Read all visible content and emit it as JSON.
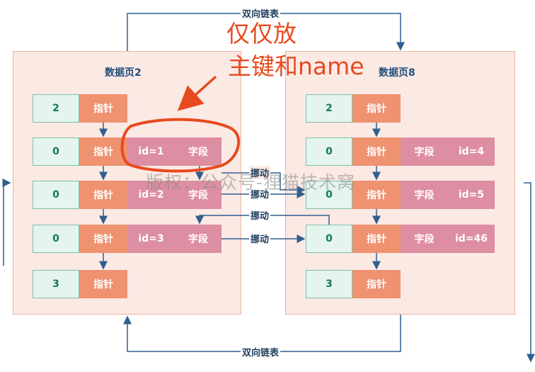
{
  "colors": {
    "page_bg": "#fbe9e4",
    "page_border": "#f2b39f",
    "number_cell": "#e5f4ee",
    "pointer_cell": "#ee9270",
    "field_cell": "#dd8ea2",
    "arrow": "#2f5f8f",
    "annotation": "#e74a1f"
  },
  "top_link_label": "双向链表",
  "bottom_link_label": "双向链表",
  "left_page": {
    "title": "数据页2",
    "rows": [
      {
        "num": "2",
        "ptr": "指针"
      },
      {
        "num": "0",
        "ptr": "指针",
        "id": "id=1",
        "field": "字段"
      },
      {
        "num": "0",
        "ptr": "指针",
        "id": "id=2",
        "field": "字段"
      },
      {
        "num": "0",
        "ptr": "指针",
        "id": "id=3",
        "field": "字段"
      },
      {
        "num": "3",
        "ptr": "指针"
      }
    ]
  },
  "right_page": {
    "title": "数据页8",
    "rows": [
      {
        "num": "2",
        "ptr": "指针"
      },
      {
        "num": "0",
        "ptr": "指针",
        "field": "字段",
        "id": "id=4"
      },
      {
        "num": "0",
        "ptr": "指针",
        "field": "字段",
        "id": "id=5"
      },
      {
        "num": "0",
        "ptr": "指针",
        "field": "字段",
        "id": "id=46"
      },
      {
        "num": "3",
        "ptr": "指针"
      }
    ]
  },
  "move_labels": [
    "挪动",
    "挪动",
    "挪动",
    "挪动"
  ],
  "annotation": {
    "line1": "仅仅放",
    "line2": "主键和name"
  },
  "watermark": "版权：公众号-狸猫技术窝"
}
